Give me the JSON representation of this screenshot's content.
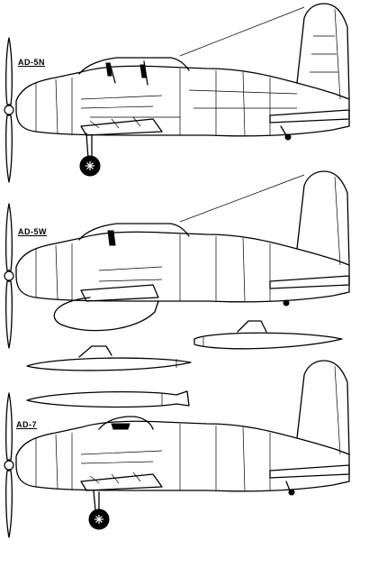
{
  "labels": {
    "ad5n": "AD-5N",
    "ad5w": "AD-5W",
    "ad7": "AD-7"
  },
  "colors": {
    "ink": "#000000",
    "paper": "#ffffff"
  }
}
